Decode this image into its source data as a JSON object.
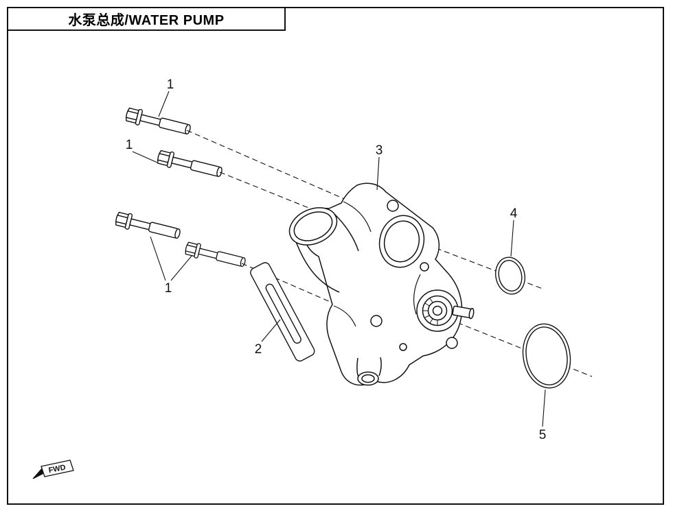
{
  "colors": {
    "ink": "#111111",
    "background": "#ffffff"
  },
  "title_bar": {
    "title": "水泵总成/WATER PUMP"
  },
  "callouts": {
    "bolt_top": "1",
    "bolt_middle": "1",
    "bolt_lower_pair": "1",
    "gasket": "2",
    "pump_assembly": "3",
    "o_ring_small": "4",
    "o_ring_large": "5"
  },
  "fwd_marker": {
    "label": "FWD"
  }
}
